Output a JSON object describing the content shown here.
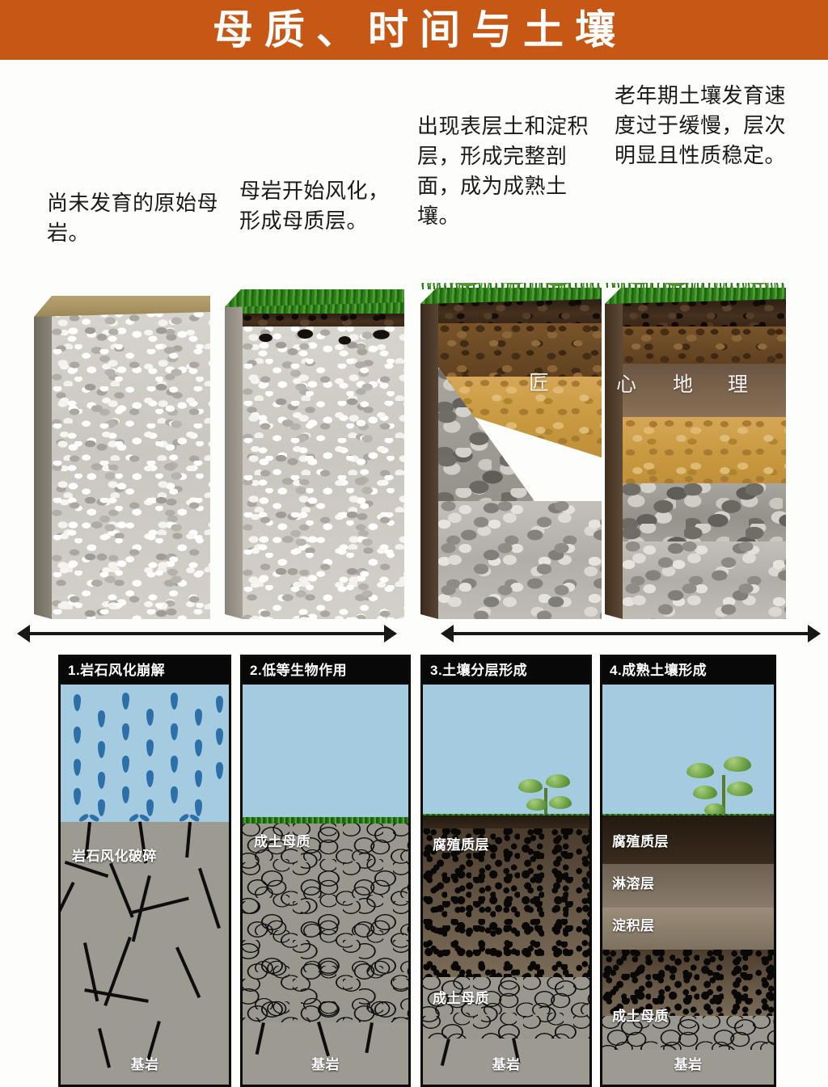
{
  "header": {
    "title": "母质、时间与土壤",
    "bg_color": "#c75714",
    "text_color": "#ffffff"
  },
  "watermark": {
    "chars": [
      "匠",
      "心",
      "地",
      "理"
    ],
    "full": "匠 心 地 理"
  },
  "stages": [
    {
      "index": 1,
      "caption": "尚未发育的原始母岩。",
      "block_alt": "未风化的原始母岩块体"
    },
    {
      "index": 2,
      "caption": "母岩开始风化，形成母质层。",
      "block_alt": "表面覆草、岩石开始风化的块体"
    },
    {
      "index": 3,
      "caption": "出现表层土和淀积层，形成完整剖面，成为成熟土壤。",
      "block_alt": "具有表土与淀积层的土壤剖面块体"
    },
    {
      "index": 4,
      "caption": "老年期土壤发育速度过于缓慢，层次明显且性质稳定。",
      "block_alt": "层次分明的老年期成熟土壤剖面块体"
    }
  ],
  "arrows": [
    {
      "name": "arrow-stage-1-2",
      "style": "double-headed"
    },
    {
      "name": "arrow-stage-3-4",
      "style": "double-headed"
    }
  ],
  "panels": [
    {
      "index": 1,
      "title": "1.岩石风化崩解",
      "sky_color": "#a4cbe0",
      "rain": true,
      "labels": [
        "岩石风化破碎",
        "基岩"
      ]
    },
    {
      "index": 2,
      "title": "2.低等生物作用",
      "sky_color": "#a4cbe0",
      "rain": false,
      "labels": [
        "成土母质",
        "基岩"
      ]
    },
    {
      "index": 3,
      "title": "3.土壤分层形成",
      "sky_color": "#a4cbe0",
      "rain": false,
      "labels": [
        "腐殖质层",
        "成土母质",
        "基岩"
      ]
    },
    {
      "index": 4,
      "title": "4.成熟土壤形成",
      "sky_color": "#a4cbe0",
      "rain": false,
      "labels": [
        "腐殖质层",
        "淋溶层",
        "淀积层",
        "成土母质",
        "基岩"
      ]
    }
  ],
  "colors": {
    "orange": "#c75714",
    "panel_border": "#0b0b0b",
    "panel_head_bg": "#080808",
    "sky": "#a4cbe0",
    "raindrop": "#2d6fa8",
    "bedrock": "#9d9a92",
    "humus": "#3b2a1c",
    "ochre": "#c99a4b",
    "grass": "#3c8f22"
  }
}
